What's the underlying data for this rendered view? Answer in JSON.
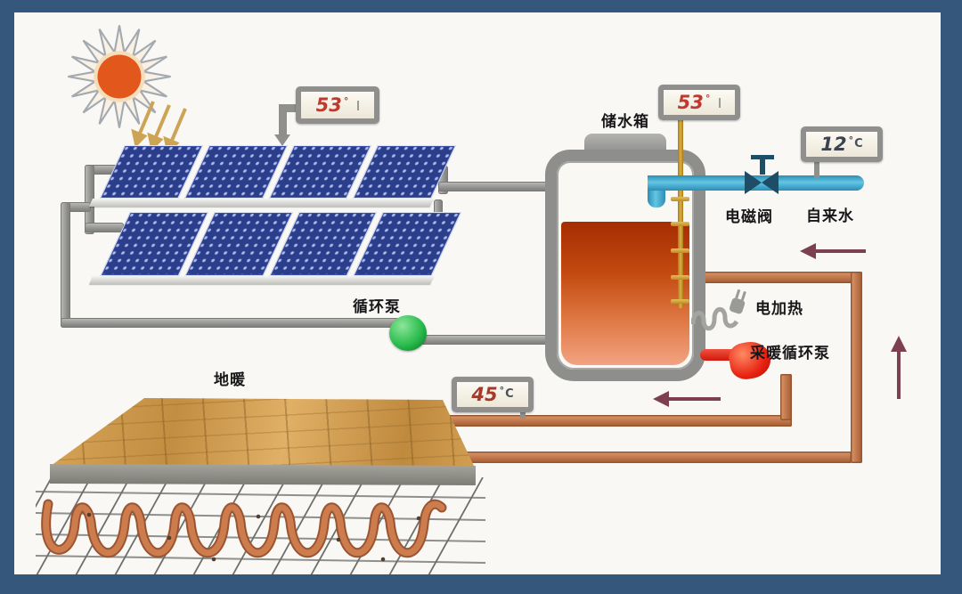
{
  "diagram": {
    "subject": "solar water heating with floor-heating loop"
  },
  "labels": {
    "storage_tank": "储水箱",
    "solenoid_valve": "电磁阀",
    "tap_water": "自来水",
    "electric_heater": "电加热",
    "heating_circulation_pump": "采暖循环泵",
    "circulation_pump": "循环泵",
    "floor_heating": "地暖"
  },
  "gauges": {
    "collector": {
      "value": "53",
      "degree": "°"
    },
    "tank_top": {
      "value": "53",
      "degree": "°"
    },
    "tap_water": {
      "value": "12",
      "degree": "°",
      "unit": "C"
    },
    "heating_supply": {
      "value": "45",
      "degree": "°",
      "unit": "C"
    }
  },
  "icons": {
    "sun": "sun-icon",
    "sunbeams": "sunbeam-arrows-icon",
    "solar_panel": "solar-panel",
    "valve": "solenoid-valve-icon",
    "plug": "power-plug-icon",
    "green_pump": "circulation-pump-icon",
    "red_pump": "heating-pump-icon",
    "flow_left": "flow-arrow-left-icon",
    "flow_up": "flow-arrow-up-icon"
  },
  "colors": {
    "frame_border": "#35577c",
    "background": "#f9f8f4",
    "sun": "#e2571b",
    "panel_blue": "#2b3e8c",
    "pipe_gray": "#8f8f8f",
    "cold_water_blue": "#45abd0",
    "copper_pipe": "#b96f44",
    "hot_water_top": "#a52d03",
    "hot_water_bottom": "#f2a382",
    "green_pump": "#2bbc4e",
    "red_pump": "#e82313",
    "flow_arrow": "#7d4050",
    "valve": "#1d4e66",
    "sensor_rod": "#c9972e",
    "wood_floor": "#cf9b51"
  }
}
